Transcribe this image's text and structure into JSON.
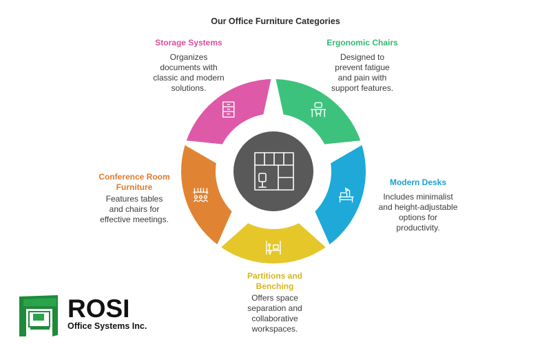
{
  "title": "Our Office Furniture Categories",
  "center_icon": "office-layout-icon",
  "segments": [
    {
      "key": "storage",
      "title": "Storage Systems",
      "desc": "Organizes documents with classic and modern solutions.",
      "color": "#de5aa8",
      "icon": "cabinet-icon"
    },
    {
      "key": "chairs",
      "title": "Ergonomic Chairs",
      "desc": "Designed to prevent fatigue and pain with support features.",
      "color": "#3dc27d",
      "icon": "chair-desk-icon"
    },
    {
      "key": "desks",
      "title": "Modern Desks",
      "desc": "Includes minimalist and height-adjustable options for productivity.",
      "color": "#1ea9d8",
      "icon": "desk-lamp-icon"
    },
    {
      "key": "partitions",
      "title": "Partitions and Benching",
      "desc": "Offers space separation and collaborative workspaces.",
      "color": "#e5c72a",
      "icon": "workstation-icon"
    },
    {
      "key": "conference",
      "title": "Conference Room Furniture",
      "desc": "Features tables and chairs for effective meetings.",
      "color": "#e08434",
      "icon": "meeting-icon"
    }
  ],
  "logo": {
    "name": "ROSI",
    "subtitle": "Office Systems Inc.",
    "color": "#1f8a3a"
  }
}
